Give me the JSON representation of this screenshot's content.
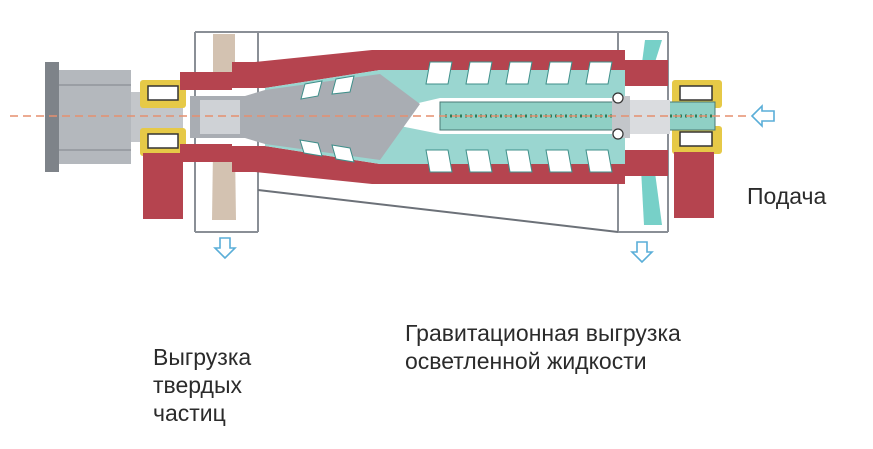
{
  "labels": {
    "feed": "Подача",
    "solids_discharge": [
      "Выгрузка",
      "твердых",
      "частиц"
    ],
    "liquid_discharge": [
      "Гравитационная выгрузка",
      "осветленной жидкости"
    ]
  },
  "colors": {
    "frame_red": "#b5444f",
    "bearing_yellow": "#e3c743",
    "bowl_grey": "#a9adb3",
    "liquid_teal": "#4fc0b8",
    "sediment": "#c9b6a0",
    "arrow_blue": "#5aaed8",
    "axis_orange": "#e58f6f"
  },
  "icons": {
    "feed_arrow": "arrow-left-icon",
    "solids_arrow": "arrow-down-icon",
    "liquid_arrow": "arrow-down-icon"
  }
}
